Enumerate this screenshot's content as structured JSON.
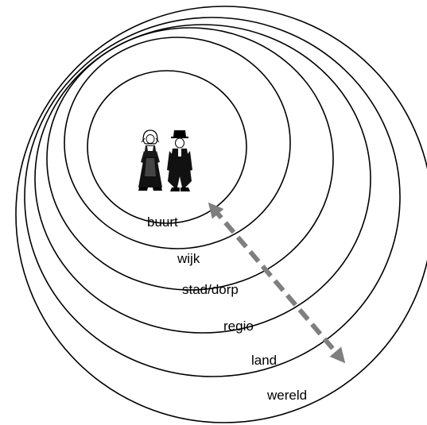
{
  "diagram": {
    "rings": [
      {
        "label": "buurt"
      },
      {
        "label": "wijk"
      },
      {
        "label": "stad/dorp"
      },
      {
        "label": "regio"
      },
      {
        "label": "land"
      },
      {
        "label": "wereld"
      }
    ],
    "figures": {
      "icon": "dutch-couple-in-traditional-costume-icon"
    },
    "arrow": {
      "icon": "double-headed-dashed-arrow-icon",
      "color": "#7f7f7f"
    },
    "colors": {
      "stroke": "#000000",
      "background": "#ffffff"
    }
  }
}
